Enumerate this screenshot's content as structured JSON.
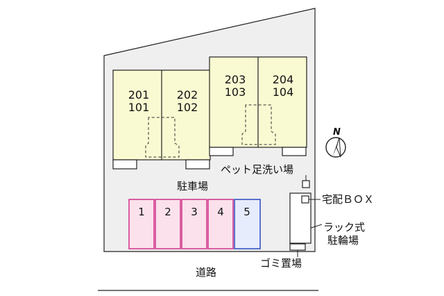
{
  "units": [
    {
      "top": "201",
      "bottom": "101"
    },
    {
      "top": "202",
      "bottom": "102"
    },
    {
      "top": "203",
      "bottom": "103"
    },
    {
      "top": "204",
      "bottom": "104"
    }
  ],
  "labels": {
    "pet_wash": "ペット足洗い場",
    "parking": "駐車場",
    "delivery_box": "宅配ＢＯＸ",
    "bike_rack_line1": "ラック式",
    "bike_rack_line2": "駐輪場",
    "garbage": "ゴミ置場",
    "road": "道路",
    "north": "N"
  },
  "parking_spaces": [
    "1",
    "2",
    "3",
    "4",
    "5"
  ],
  "colors": {
    "building_fill": "#fafad2",
    "site_fill": "#efefef",
    "parking_pink_fill": "#fbe1ec",
    "parking_pink_border": "#d0308a",
    "parking_blue_fill": "#e6ecfb",
    "parking_blue_border": "#2848c0",
    "line": "#222222"
  }
}
